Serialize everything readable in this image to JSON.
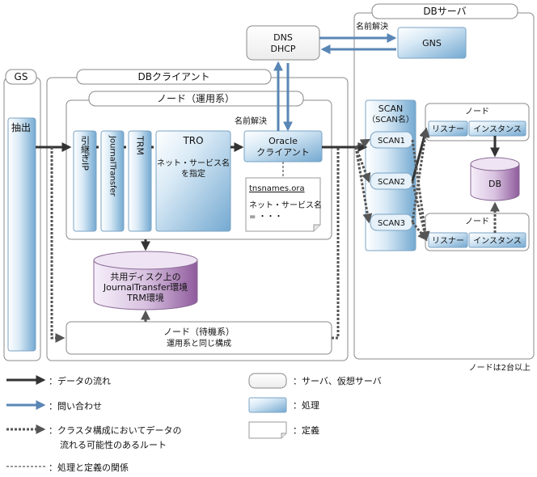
{
  "labels": {
    "db_server": "DBサーバ",
    "gs": "GS",
    "db_client": "DBクライアント",
    "node_active": "ノード（運用系）",
    "node_standby": "ノード（待機系）",
    "node_standby_sub": "運用系と同じ構成",
    "extract": "抽出",
    "hikitsugi_ip": "引継ぎIP",
    "journal_transfer": "JournalTransfer",
    "trm": "TRM",
    "tro": "TRO",
    "tro_sub1": "ネット・サービス名",
    "tro_sub2": "を指定",
    "oracle1": "Oracle",
    "oracle2": "クライアント",
    "name_resolution_left": "名前解決",
    "name_resolution_top": "名前解決",
    "dns1": "DNS",
    "dns2": "DHCP",
    "gns": "GNS",
    "tnsnames": "tnsnames.ora",
    "tns_line1": "ネット・サービス名",
    "tns_line2": "= ・・・",
    "shared_disk1": "共用ディスク上の",
    "shared_disk2": "JournalTransfer環境",
    "shared_disk3": "TRM環境",
    "scan_title1": "SCAN",
    "scan_title2": "（SCAN名）",
    "scan1": "SCAN1",
    "scan2": "SCAN2",
    "scan3": "SCAN3",
    "node_right": "ノード",
    "listener": "リスナー",
    "instance": "インスタンス",
    "db": "DB",
    "node_count_note": "ノードは2台以上"
  },
  "legend": [
    {
      "key": "data_flow",
      "text": "：データの流れ"
    },
    {
      "key": "query",
      "text": "：問い合わせ"
    },
    {
      "key": "cluster_route_1",
      "text": "：クラスタ構成においてデータの"
    },
    {
      "key": "cluster_route_2",
      "text": "流れる可能性のあるルート"
    },
    {
      "key": "relation",
      "text": "：処理と定義の関係"
    },
    {
      "key": "server",
      "text": "：サーバ、仮想サーバ"
    },
    {
      "key": "process",
      "text": "：処理"
    },
    {
      "key": "definition",
      "text": "：定義"
    }
  ],
  "colors": {
    "process_light": "#e4f0f8",
    "process_dark": "#7fb3d8",
    "disk_light": "#f3e9f5",
    "disk_dark": "#9b6aa6",
    "query_arrow": "#5a86b5",
    "data_arrow": "#333333",
    "border": "#888888"
  }
}
